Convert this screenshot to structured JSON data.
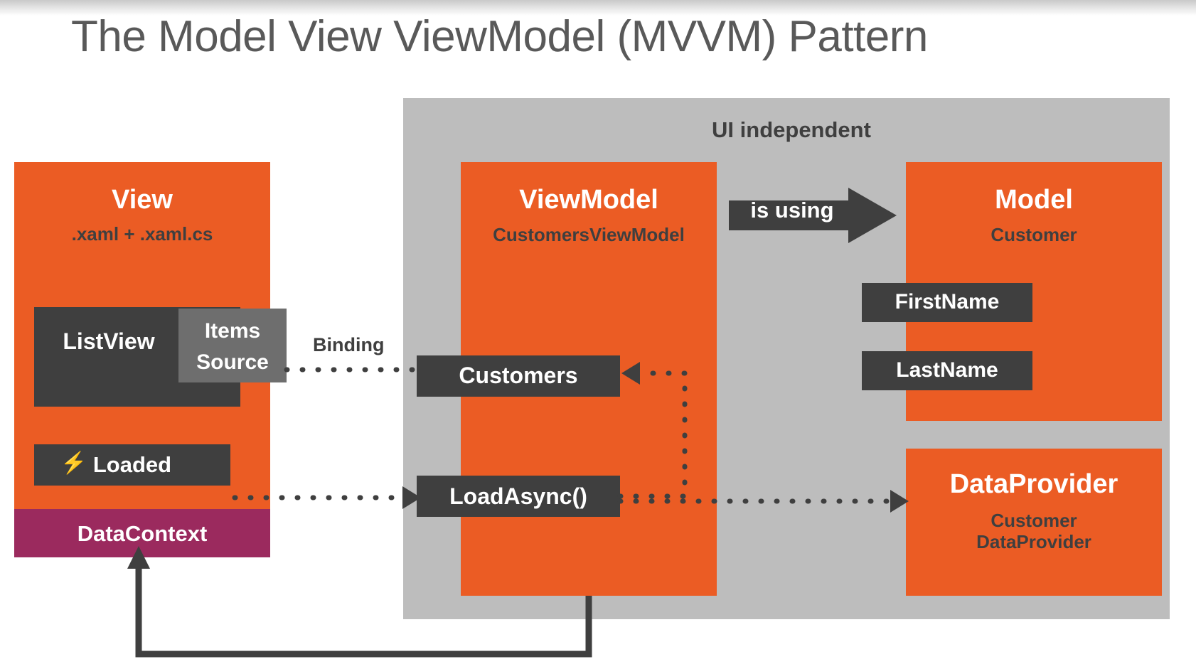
{
  "page": {
    "title": "The Model View ViewModel (MVVM) Pattern"
  },
  "diagram": {
    "type": "architecture-diagram",
    "region_label": "UI independent",
    "colors": {
      "accent_orange": "#eb5c24",
      "panel_gray": "#bdbdbd",
      "chip_dark": "#3f3f3f",
      "chip_mid_gray": "#6e6e6e",
      "datacontext_magenta": "#9b2a5e",
      "title_gray": "#595959",
      "white": "#ffffff"
    },
    "view": {
      "title": "View",
      "subtitle": ".xaml + .xaml.cs",
      "listview_label": "ListView",
      "itemssource_label": "Items Source",
      "loaded_label": "Loaded",
      "loaded_icon": "lightning-bolt-icon",
      "datacontext_label": "DataContext"
    },
    "viewmodel": {
      "title": "ViewModel",
      "subtitle": "CustomersViewModel",
      "customers_label": "Customers",
      "loadasync_label": "LoadAsync()"
    },
    "model": {
      "title": "Model",
      "subtitle": "Customer",
      "properties": [
        "FirstName",
        "LastName"
      ]
    },
    "dataprovider": {
      "title": "DataProvider",
      "subtitle_line1": "Customer",
      "subtitle_line2": "DataProvider"
    },
    "connectors": {
      "binding_label": "Binding",
      "is_using_label": "is using"
    }
  }
}
